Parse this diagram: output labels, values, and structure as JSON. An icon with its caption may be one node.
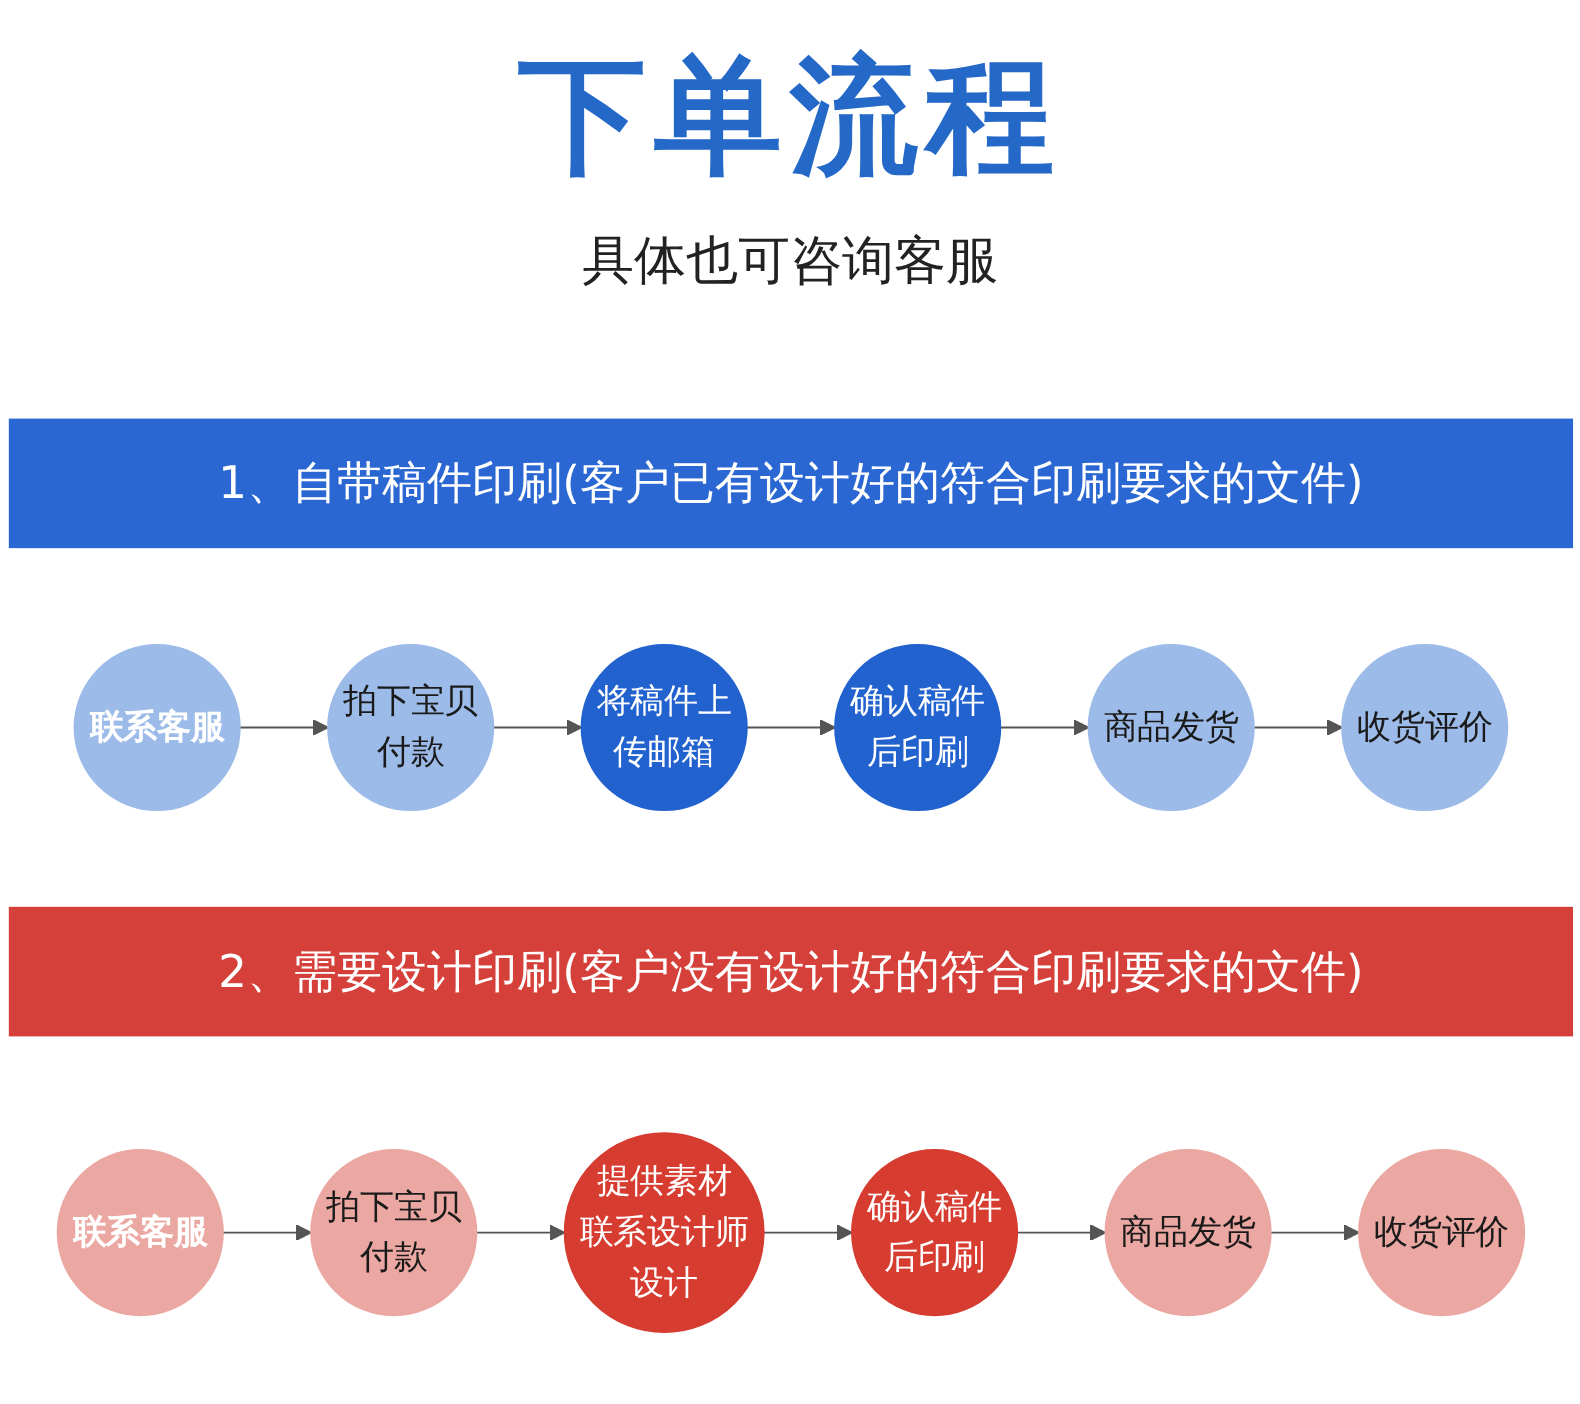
{
  "diagram": {
    "title": "下单流程",
    "nodes": [
      {
        "text": [
          "1、自带稿件印刷(客户已有设计好的符合印刷要求的文件)"
        ]
      },
      {
        "text": [
          "联系客服"
        ]
      },
      {
        "text": [
          "拍下宝贝付款"
        ]
      },
      {
        "text": [
          "将稿件上传邮箱"
        ]
      },
      {
        "text": [
          "确认稿件后印刷"
        ]
      },
      {
        "text": [
          "商品发货"
        ]
      },
      {
        "text": [
          "收货评价"
        ]
      },
      {
        "text": [
          "2、需要设计印刷(客户没有设计好的符合印刷要求的文件)"
        ]
      },
      {
        "text": [
          "联系客服"
        ]
      },
      {
        "text": [
          "拍下宝贝付款"
        ]
      },
      {
        "text": [
          "提供素材联系设计师设计"
        ]
      },
      {
        "text": [
          "确认稿件后印刷"
        ]
      },
      {
        "text": [
          "商品发货"
        ]
      },
      {
        "text": [
          "收货评价"
        ]
      }
    ],
    "edges": [
      {
        "from": 1,
        "to": 2,
        "arrow": "to"
      },
      {
        "from": 2,
        "to": 3,
        "arrow": "to"
      },
      {
        "from": 3,
        "to": 4,
        "arrow": "to"
      },
      {
        "from": 4,
        "to": 5,
        "arrow": "to"
      },
      {
        "from": 5,
        "to": 6,
        "arrow": "to"
      },
      {
        "from": 8,
        "to": 9,
        "arrow": "to"
      },
      {
        "from": 9,
        "to": 10,
        "arrow": "to"
      },
      {
        "from": 10,
        "to": 11,
        "arrow": "to"
      },
      {
        "from": 11,
        "to": 12,
        "arrow": "to"
      },
      {
        "from": 12,
        "to": 13,
        "arrow": "to"
      }
    ],
    "labels": [
      "具体也可咨询客服"
    ]
  }
}
